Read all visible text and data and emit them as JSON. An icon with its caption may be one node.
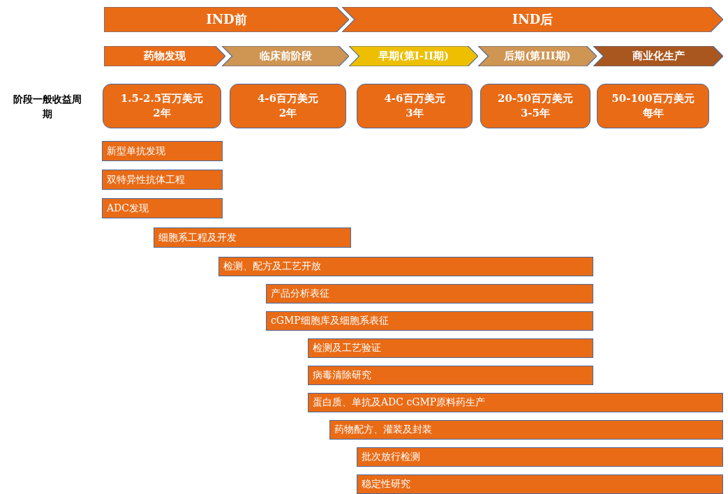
{
  "diagram": {
    "nodes": [
      {
        "text": [
          "IND前"
        ]
      },
      {
        "text": [
          "IND后"
        ]
      },
      {
        "text": [
          "药物发现"
        ]
      },
      {
        "text": [
          "临床前阶段"
        ]
      },
      {
        "text": [
          "早期(第I-II期)"
        ]
      },
      {
        "text": [
          "后期(第III期)"
        ]
      },
      {
        "text": [
          "商业化生产"
        ]
      },
      {
        "text": [
          "1.5-2.5百万美元",
          "2年"
        ]
      },
      {
        "text": [
          "4-6百万美元",
          "2年"
        ]
      },
      {
        "text": [
          "4-6百万美元",
          "3年"
        ]
      },
      {
        "text": [
          "20-50百万美元",
          "3-5年"
        ]
      },
      {
        "text": [
          "50-100百万美元",
          "每年"
        ]
      },
      {
        "text": [
          "新型单抗发现"
        ]
      },
      {
        "text": [
          "双特异性抗体工程"
        ]
      },
      {
        "text": [
          "ADC发现"
        ]
      },
      {
        "text": [
          "细胞系工程及开发"
        ]
      },
      {
        "text": [
          "检测、配方及工艺开放"
        ]
      },
      {
        "text": [
          "产品分析表征"
        ]
      },
      {
        "text": [
          "cGMP细胞库及细胞系表征"
        ]
      },
      {
        "text": [
          "检测及工艺验证"
        ]
      },
      {
        "text": [
          "病毒清除研究"
        ]
      },
      {
        "text": [
          "蛋白质、单抗及ADC cGMP原料药生产"
        ]
      },
      {
        "text": [
          "药物配方、灌装及封装"
        ]
      },
      {
        "text": [
          "批次放行检测"
        ]
      },
      {
        "text": [
          "稳定性研究"
        ]
      }
    ],
    "labels": [
      "阶段一般收益周期"
    ]
  }
}
